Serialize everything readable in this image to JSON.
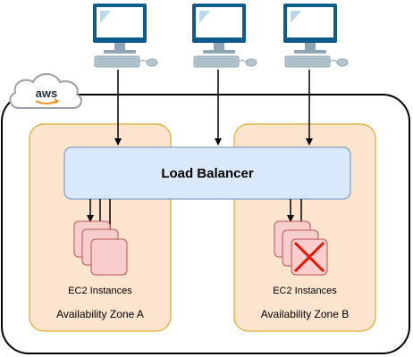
{
  "load_balancer": {
    "label": "Load Balancer"
  },
  "zones": [
    {
      "name": "Availability Zone A",
      "instances_label": "EC2 Instances",
      "failed_instance": false
    },
    {
      "name": "Availability Zone B",
      "instances_label": "EC2 Instances",
      "failed_instance": true
    }
  ],
  "cloud": {
    "label": "aws"
  },
  "clients": [
    {
      "icon": "computer-icon"
    },
    {
      "icon": "computer-icon"
    },
    {
      "icon": "computer-icon"
    }
  ],
  "colors": {
    "zone_fill": "#fde4cf",
    "zone_stroke": "#d79b00",
    "lb_fill": "#dae8fc",
    "lb_stroke": "#6c8ebf",
    "instance_fill": "#f8cecc",
    "instance_stroke": "#b85450",
    "fail_mark": "#e51400",
    "monitor_frame": "#0f5b8c",
    "monitor_light": "#b9d8ec",
    "aws_orange": "#f68b1f"
  }
}
